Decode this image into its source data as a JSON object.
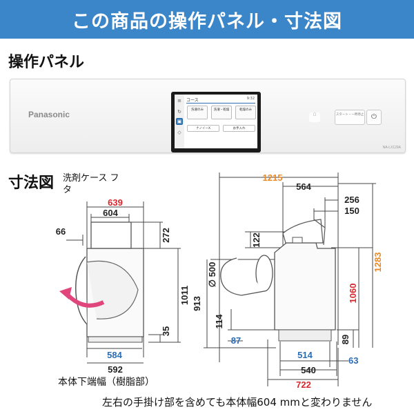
{
  "banner": {
    "title": "この商品の操作パネル・寸法図"
  },
  "panel_section": {
    "heading": "操作パネル",
    "brand": "Panasonic",
    "screen": {
      "title": "コース",
      "time": "9:32",
      "buttons": [
        "洗濯のみ",
        "洗濯・乾燥",
        "乾燥のみ",
        "ナノイーX",
        "お手入れ"
      ]
    },
    "controls": {
      "start_pause": "スタート・一時停止"
    },
    "model_number": "NA-LX129A"
  },
  "dimension_section": {
    "heading": "寸法図",
    "detergent_case_label": "洗剤ケース フタ",
    "front_view": {
      "top_width_639": "639",
      "width_604": "604",
      "height_272": "272",
      "offset_66": "66",
      "height_1011": "1011",
      "height_35": "35",
      "bottom_584": "584",
      "bottom_592": "592"
    },
    "bottom_note": "本体下端幅（樹脂部）",
    "side_view": {
      "depth_1215": "1215",
      "depth_564": "564",
      "depth_256": "256",
      "depth_150": "150",
      "height_122": "122",
      "door_diameter": "∅ 500",
      "height_913": "913",
      "height_114": "114",
      "height_1060": "1060",
      "height_1283": "1283",
      "height_89": "89",
      "depth_87": "87",
      "depth_514": "514",
      "depth_63": "63",
      "depth_540": "540",
      "depth_722": "722"
    },
    "footnote": "左右の手掛け部を含めても本体幅604 mmと変わりません"
  },
  "colors": {
    "banner": "#3a86c8",
    "orange_dim": "#e8892a",
    "red_dim": "#d9262c",
    "blue_dim": "#2b6cb3",
    "arrow": "#e0457b"
  }
}
